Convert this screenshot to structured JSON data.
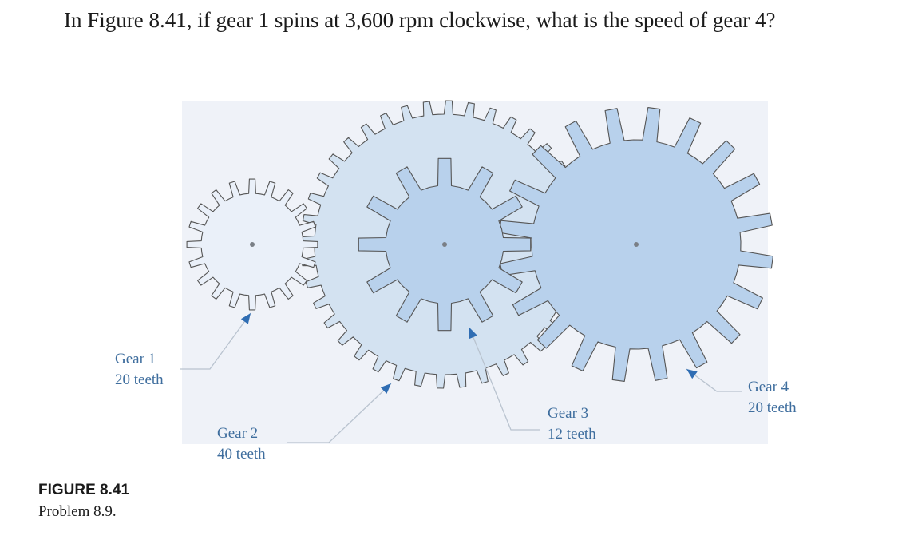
{
  "question": "In Figure 8.41, if gear 1 spins at 3,600 rpm clockwise, what is the speed of gear 4?",
  "gears": [
    {
      "id": "gear1",
      "name": "Gear 1",
      "teeth_label": "20 teeth",
      "teeth": 20,
      "fill": "#eaf0f9"
    },
    {
      "id": "gear2",
      "name": "Gear 2",
      "teeth_label": "40 teeth",
      "teeth": 40,
      "fill": "#d3e2f1"
    },
    {
      "id": "gear3",
      "name": "Gear 3",
      "teeth_label": "12 teeth",
      "teeth": 12,
      "fill": "#b8d1ec"
    },
    {
      "id": "gear4",
      "name": "Gear 4",
      "teeth_label": "20 teeth",
      "teeth": 20,
      "fill": "#b8d1ec"
    }
  ],
  "colors": {
    "outline": "#555555",
    "leader": "#b9c3cf",
    "arrow": "#2f6db3",
    "label": "#3f6e9e",
    "panel": "#eff2f8"
  },
  "caption": {
    "figure": "FIGURE 8.41",
    "problem": "Problem 8.9."
  }
}
